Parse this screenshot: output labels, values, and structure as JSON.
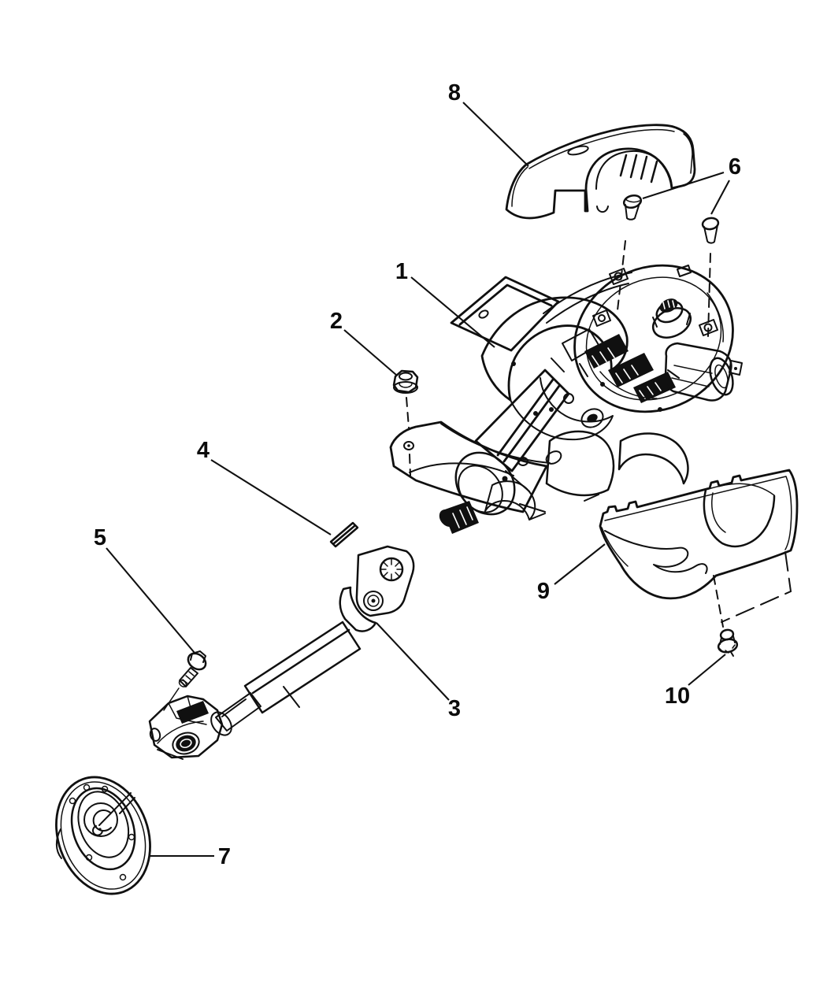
{
  "figure": {
    "kind": "exploded-parts-diagram",
    "background_color": "#ffffff",
    "line_color": "#101010"
  },
  "callouts": [
    {
      "number": "1",
      "part": "steering-column-assembly"
    },
    {
      "number": "2",
      "part": "hex-flange-nut"
    },
    {
      "number": "3",
      "part": "intermediate-shaft-coupling"
    },
    {
      "number": "4",
      "part": "shaft-key"
    },
    {
      "number": "5",
      "part": "coupling-pinch-bolt"
    },
    {
      "number": "6",
      "part": "upper-shroud-screws"
    },
    {
      "number": "7",
      "part": "column-opening-seal"
    },
    {
      "number": "8",
      "part": "upper-shroud"
    },
    {
      "number": "9",
      "part": "lower-shroud"
    },
    {
      "number": "10",
      "part": "lower-shroud-screw"
    }
  ]
}
